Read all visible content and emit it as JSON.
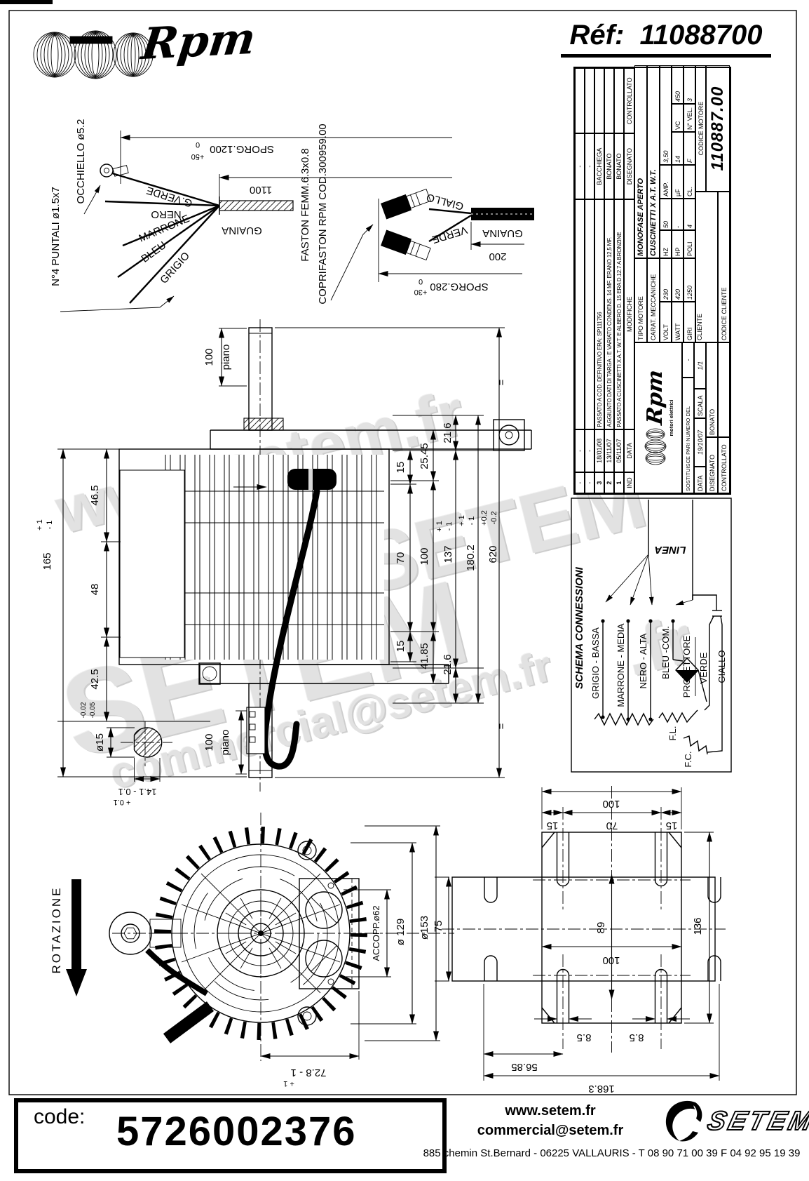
{
  "header": {
    "brand": "Rpm",
    "ref_label": "Réf:",
    "ref_value": "11088700"
  },
  "watermarks": {
    "wm1": "www.setem.fr",
    "wm2": "SETEM",
    "wm3": "commercial@setem.fr",
    "wm4": "SETEM",
    "wm5": ".fr"
  },
  "cable": {
    "occhiello": "OCCHIELLO ø5.2",
    "puntali": "N°4 PUNTALI ø1.5x7",
    "sporg1200": "SPORG.1200",
    "tol_zero": "0",
    "tol_plus50": "+50",
    "dim_1100": "1100",
    "g_verde": "G.VERDE",
    "nero": "NERO",
    "marrone": "MARRONE",
    "bleu": "BLEU",
    "grigio": "GRIGIO",
    "guaina": "GUAINA"
  },
  "faston": {
    "faston": "FASTON FEMM.6.3x0.8",
    "coprifaston": "COPRIFASTON RPM COD.300959.00",
    "giallo": "GIALLO",
    "verde": "VERDE",
    "guaina": "GUAINA",
    "dim_200": "200",
    "sporg280": "SPORG.280",
    "tol_plus30": "+30",
    "tol_zero": "0"
  },
  "side_view": {
    "dim_100_top": "100",
    "piano_top": "piano",
    "dim_100_bottom": "100",
    "piano_bottom": "piano",
    "dim_165": "165",
    "tol_p1": "+ 1",
    "tol_m1": "- 1",
    "dim_465": "46.5",
    "dim_48": "48",
    "dim_425": "42.5",
    "dim_2545": "25.45",
    "dim_216_top": "21.6",
    "dim_15_top": "15",
    "dim_70": "70",
    "dim_100_mid": "100",
    "dim_137": "137",
    "dim_137_tp": "+ 1",
    "dim_137_tm": "- 1",
    "dim_1802": "180.2",
    "dim_1802_tp": "+ 1",
    "dim_1802_tm": "- 1",
    "dim_620": "620",
    "dim_620_tp": "+0.2",
    "dim_620_tm": "-0.2",
    "dim_15_bot": "15",
    "dim_4185": "41.85",
    "dim_216_bot": "21.6",
    "eq_top": "=",
    "eq_bot": "=",
    "shaft_d": "ø15",
    "shaft_tol1": "-0.02",
    "shaft_tol2": "-0.05",
    "dim_141": "14.1 - 0.1",
    "dim_141_tp": "+ 0.1"
  },
  "front_view": {
    "rotazione": "ROTAZIONE",
    "accopp": "ACCOPP.ø62",
    "d129": "ø 129",
    "d153": "ø153",
    "dim_728": "72.8 - 1",
    "dim_728_tp": "+ 1"
  },
  "bracket_view": {
    "dim_100_top": "100",
    "dim_15_l": "15",
    "dim_70": "70",
    "dim_15_r": "15",
    "dim_75": "75",
    "dim_89": "89",
    "dim_100_mid": "100",
    "dim_136": "136",
    "dim_85_l": "8.5",
    "dim_85_r": "8.5",
    "dim_5685": "56.85",
    "dim_1683": "168.3"
  },
  "schema": {
    "title": "SCHEMA CONNESSIONI",
    "linea": "LINEA",
    "grigio": "GRIGIO - BASSA",
    "marrone": "MARRONE - MEDIA",
    "nero": "NERO - ALTA",
    "bleu": "BLEU -COM.",
    "protettore": "PROTETTORE",
    "verde": "VERDE",
    "giallo": "GIALLO",
    "fl": "F.L.",
    "fc": "F.C."
  },
  "title_block": {
    "revisions": [
      {
        "ind": "-",
        "date": "-",
        "mod": "",
        "dis": "-",
        "contr": ""
      },
      {
        "ind": "-",
        "date": "-",
        "mod": "",
        "dis": "-",
        "contr": ""
      },
      {
        "ind": "3",
        "date": "18/01/08",
        "mod": "PASSATO A COD. DEFINITIVO ERA: SP111756",
        "dis": "BACCHIEGA",
        "contr": ""
      },
      {
        "ind": "2",
        "date": "13/11/07",
        "mod": "AGGIUNTO DATI DI TARGA : E VARIATO CONDENS. 14 MF. ERANO 12,5 MF.",
        "dis": "BONATO",
        "contr": ""
      },
      {
        "ind": "1",
        "date": "05/11/07",
        "mod": "PASSATO A CUSCINETTI X A.T. W.T. E ALBERO D. 15 ERA D.12.7 A BRONZINE",
        "dis": "BONATO",
        "contr": ""
      }
    ],
    "headers": {
      "ind": "IND",
      "date": "DATA",
      "mod": "MODIFICHE",
      "dis": "DISEGNATO",
      "contr": "CONTROLLATO"
    },
    "logo_brand": "Rpm",
    "logo_sub": "motori elettrici",
    "sostituisce_label": "SOSTITUISCE PARI NUMERO DEL",
    "sostituisce_value": "-",
    "data_label": "DATA",
    "data_value": "19/10/07",
    "scala_label": "SCALA",
    "scala_value": "1/1",
    "disegnato_label": "DISEGNATO",
    "disegnato_value": "BONATO",
    "controllato_label": "CONTROLLATO",
    "controllato_value": "",
    "tipo_label": "TIPO MOTORE",
    "tipo_value": "MONOFASE APERTO",
    "carat_label": "CARAT. MECCANICHE",
    "carat_value": "CUSCINETTI X A.T. W.T.",
    "volt_label": "VOLT",
    "volt": "230",
    "hz_label": "HZ",
    "hz": "50",
    "amp_label": "AMP.",
    "amp": "3,50",
    "watt_label": "WATT",
    "watt": "420",
    "hp_label": "HP",
    "hp": "-",
    "uf_label": "µF",
    "uf": "14",
    "vc_label": "VC",
    "vc": "450",
    "giri_label": "GIRI",
    "giri": "1250",
    "poli_label": "POLI",
    "poli": "4",
    "cl_label": "CL.",
    "cl": "F",
    "nvel_label": "N° VEL.",
    "nvel": "3",
    "cliente_label": "CLIENTE",
    "codice_motore_label": "CODICE MOTORE",
    "codice_motore": "110887.00",
    "codice_cliente_label": "CODICE CLIENTE"
  },
  "footer": {
    "code_label": "code:",
    "code_value": "5726002376",
    "website": "www.setem.fr",
    "email": "commercial@setem.fr",
    "address": "885 chemin St.Bernard  -  06225 VALLAURIS  -  T 08 90 71 00 39   F 04 92 95 19 39",
    "logo": "SETEM"
  }
}
